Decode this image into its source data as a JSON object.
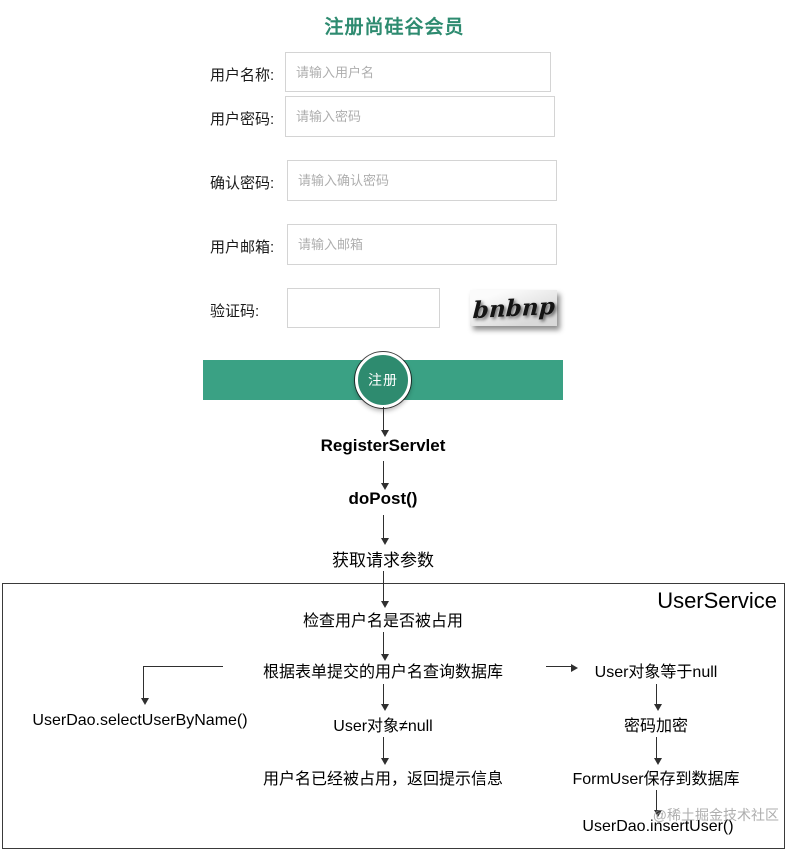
{
  "colors": {
    "accent_title": "#2e8b70",
    "submit_bar": "#3aa184",
    "submit_circle": "#2e8b6f"
  },
  "page": {
    "title": "注册尚硅谷会员"
  },
  "form": {
    "fields": [
      {
        "label": "用户名称:",
        "placeholder": "请输入用户名",
        "value": ""
      },
      {
        "label": "用户密码:",
        "placeholder": "请输入密码",
        "value": ""
      },
      {
        "label": "确认密码:",
        "placeholder": "请输入确认密码",
        "value": ""
      },
      {
        "label": "用户邮箱:",
        "placeholder": "请输入邮箱",
        "value": ""
      }
    ],
    "captcha": {
      "label": "验证码:",
      "value": "",
      "image_text": "bnbnp"
    },
    "submit_label": "注册"
  },
  "flow": {
    "steps": [
      {
        "label": "RegisterServlet"
      },
      {
        "label": "doPost()"
      },
      {
        "label": "获取请求参数"
      }
    ],
    "service": {
      "box_title": "UserService",
      "check_step": "检查用户名是否被占用",
      "query_step": "根据表单提交的用户名查询数据库",
      "dao_select": "UserDao.selectUserByName()",
      "not_null": "User对象≠null",
      "taken_msg": "用户名已经被占用，返回提示信息",
      "is_null": "User对象等于null",
      "encrypt": "密码加密",
      "save": "FormUser保存到数据库",
      "dao_insert": "UserDao.insertUser()"
    }
  },
  "watermark": "@稀土掘金技术社区"
}
